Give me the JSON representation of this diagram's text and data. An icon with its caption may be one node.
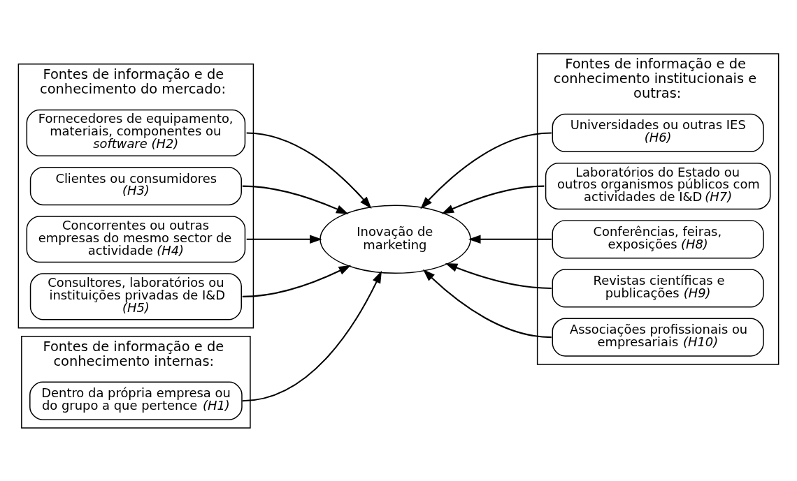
{
  "diagram": {
    "nodes": [
      {
        "text": [
          "Fontes de informação e de conhecimento do mercado:"
        ]
      },
      {
        "text": [
          "Fornecedores de equipamento, materiais, componentes ou *software (H2)*"
        ],
        "in": 0
      },
      {
        "text": [
          "Clientes ou consumidores *(H3)*"
        ],
        "in": 0
      },
      {
        "text": [
          "Concorrentes ou outras empresas do mesmo sector de actividade *(H4)*"
        ],
        "in": 0
      },
      {
        "text": [
          "Consultores, laboratórios ou instituições privadas de I&D *(H5)*"
        ],
        "in": 0
      },
      {
        "text": [
          "Fontes de informação e de conhecimento internas:"
        ]
      },
      {
        "text": [
          "Dentro da própria empresa ou do grupo a que pertence *(H1)*"
        ],
        "in": 5
      },
      {
        "text": [
          "Fontes de informação e de conhecimento institucionais e outras:"
        ]
      },
      {
        "text": [
          "Universidades ou outras IES *(H6)*"
        ],
        "in": 7
      },
      {
        "text": [
          "Laboratórios do Estado ou outros organismos públicos com actividades de I&D *(H7)*"
        ],
        "in": 7
      },
      {
        "text": [
          "Conferências, feiras, exposições *(H8)*"
        ],
        "in": 7
      },
      {
        "text": [
          "Revistas científicas e publicações *(H9)*"
        ],
        "in": 7
      },
      {
        "text": [
          "Associações profissionais ou empresariais *(H10)*"
        ],
        "in": 7
      },
      {
        "text": [
          "Inovação de marketing"
        ]
      }
    ],
    "edges": [
      {
        "from": 1,
        "to": 13,
        "arrow": "to"
      },
      {
        "from": 2,
        "to": 13,
        "arrow": "to"
      },
      {
        "from": 3,
        "to": 13,
        "arrow": "to"
      },
      {
        "from": 4,
        "to": 13,
        "arrow": "to"
      },
      {
        "from": 6,
        "to": 13,
        "arrow": "to"
      },
      {
        "from": 8,
        "to": 13,
        "arrow": "to"
      },
      {
        "from": 9,
        "to": 13,
        "arrow": "to"
      },
      {
        "from": 10,
        "to": 13,
        "arrow": "to"
      },
      {
        "from": 11,
        "to": 13,
        "arrow": "to"
      },
      {
        "from": 12,
        "to": 13,
        "arrow": "to"
      }
    ]
  }
}
